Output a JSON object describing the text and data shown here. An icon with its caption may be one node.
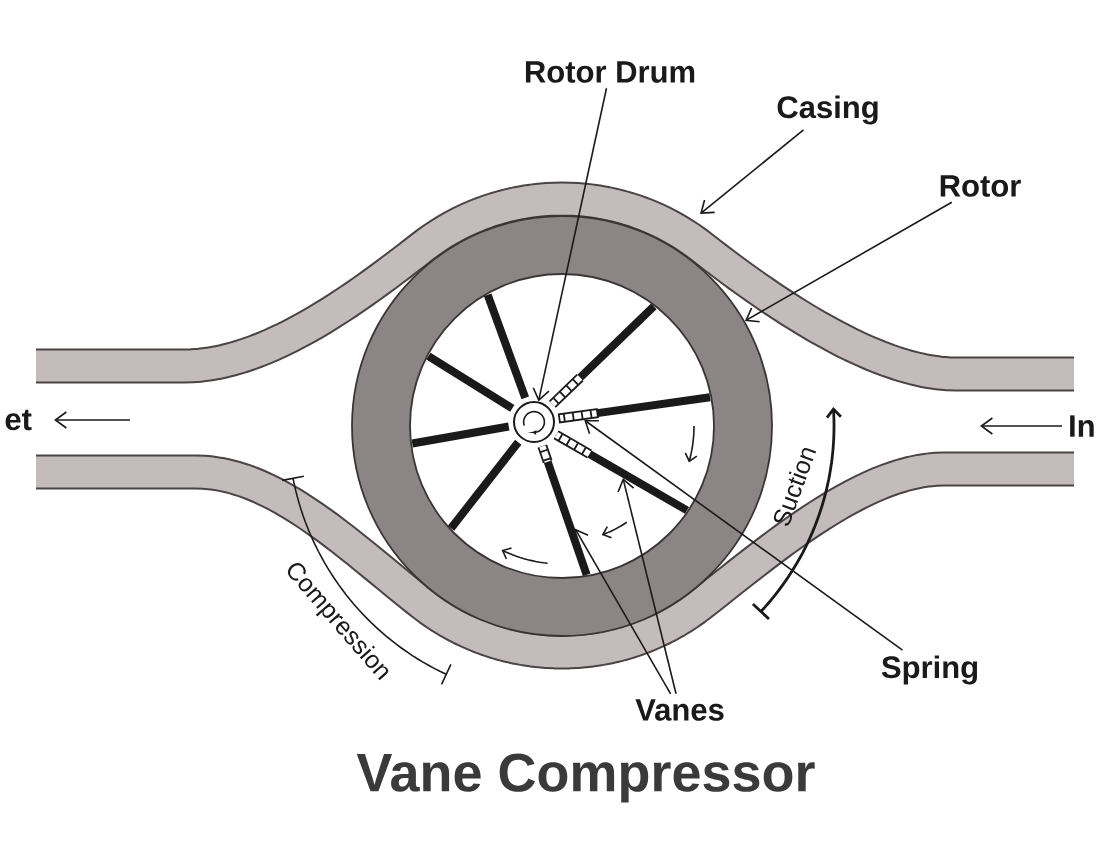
{
  "diagram": {
    "title": "Vane Compressor",
    "nodes": [
      {
        "text": [
          "Rotor Drum"
        ]
      },
      {
        "text": [
          "Casing"
        ]
      },
      {
        "text": [
          "Rotor"
        ]
      },
      {
        "text": [],
        "shape": "circle"
      },
      {
        "text": [],
        "shape": "circle",
        "in": 3
      },
      {
        "text": [],
        "shape": "spring",
        "in": 3
      },
      {
        "text": [],
        "shape": "bar",
        "in": 3
      },
      {
        "text": [],
        "shape": "bar",
        "in": 3
      },
      {
        "text": [
          "Spring"
        ]
      },
      {
        "text": [
          "Vanes"
        ]
      }
    ],
    "edges": [
      {
        "from": 0,
        "to": 4,
        "arrow": "to"
      },
      {
        "from": 1,
        "to": null,
        "arrow": "to"
      },
      {
        "from": 2,
        "to": 3,
        "arrow": "to"
      },
      {
        "from": 8,
        "to": 5,
        "arrow": "to"
      },
      {
        "from": 9,
        "to": 6,
        "arrow": "to"
      },
      {
        "from": 9,
        "to": 7,
        "arrow": "to"
      }
    ],
    "labels": [
      "et",
      "In",
      "Suction",
      "Compression"
    ]
  }
}
